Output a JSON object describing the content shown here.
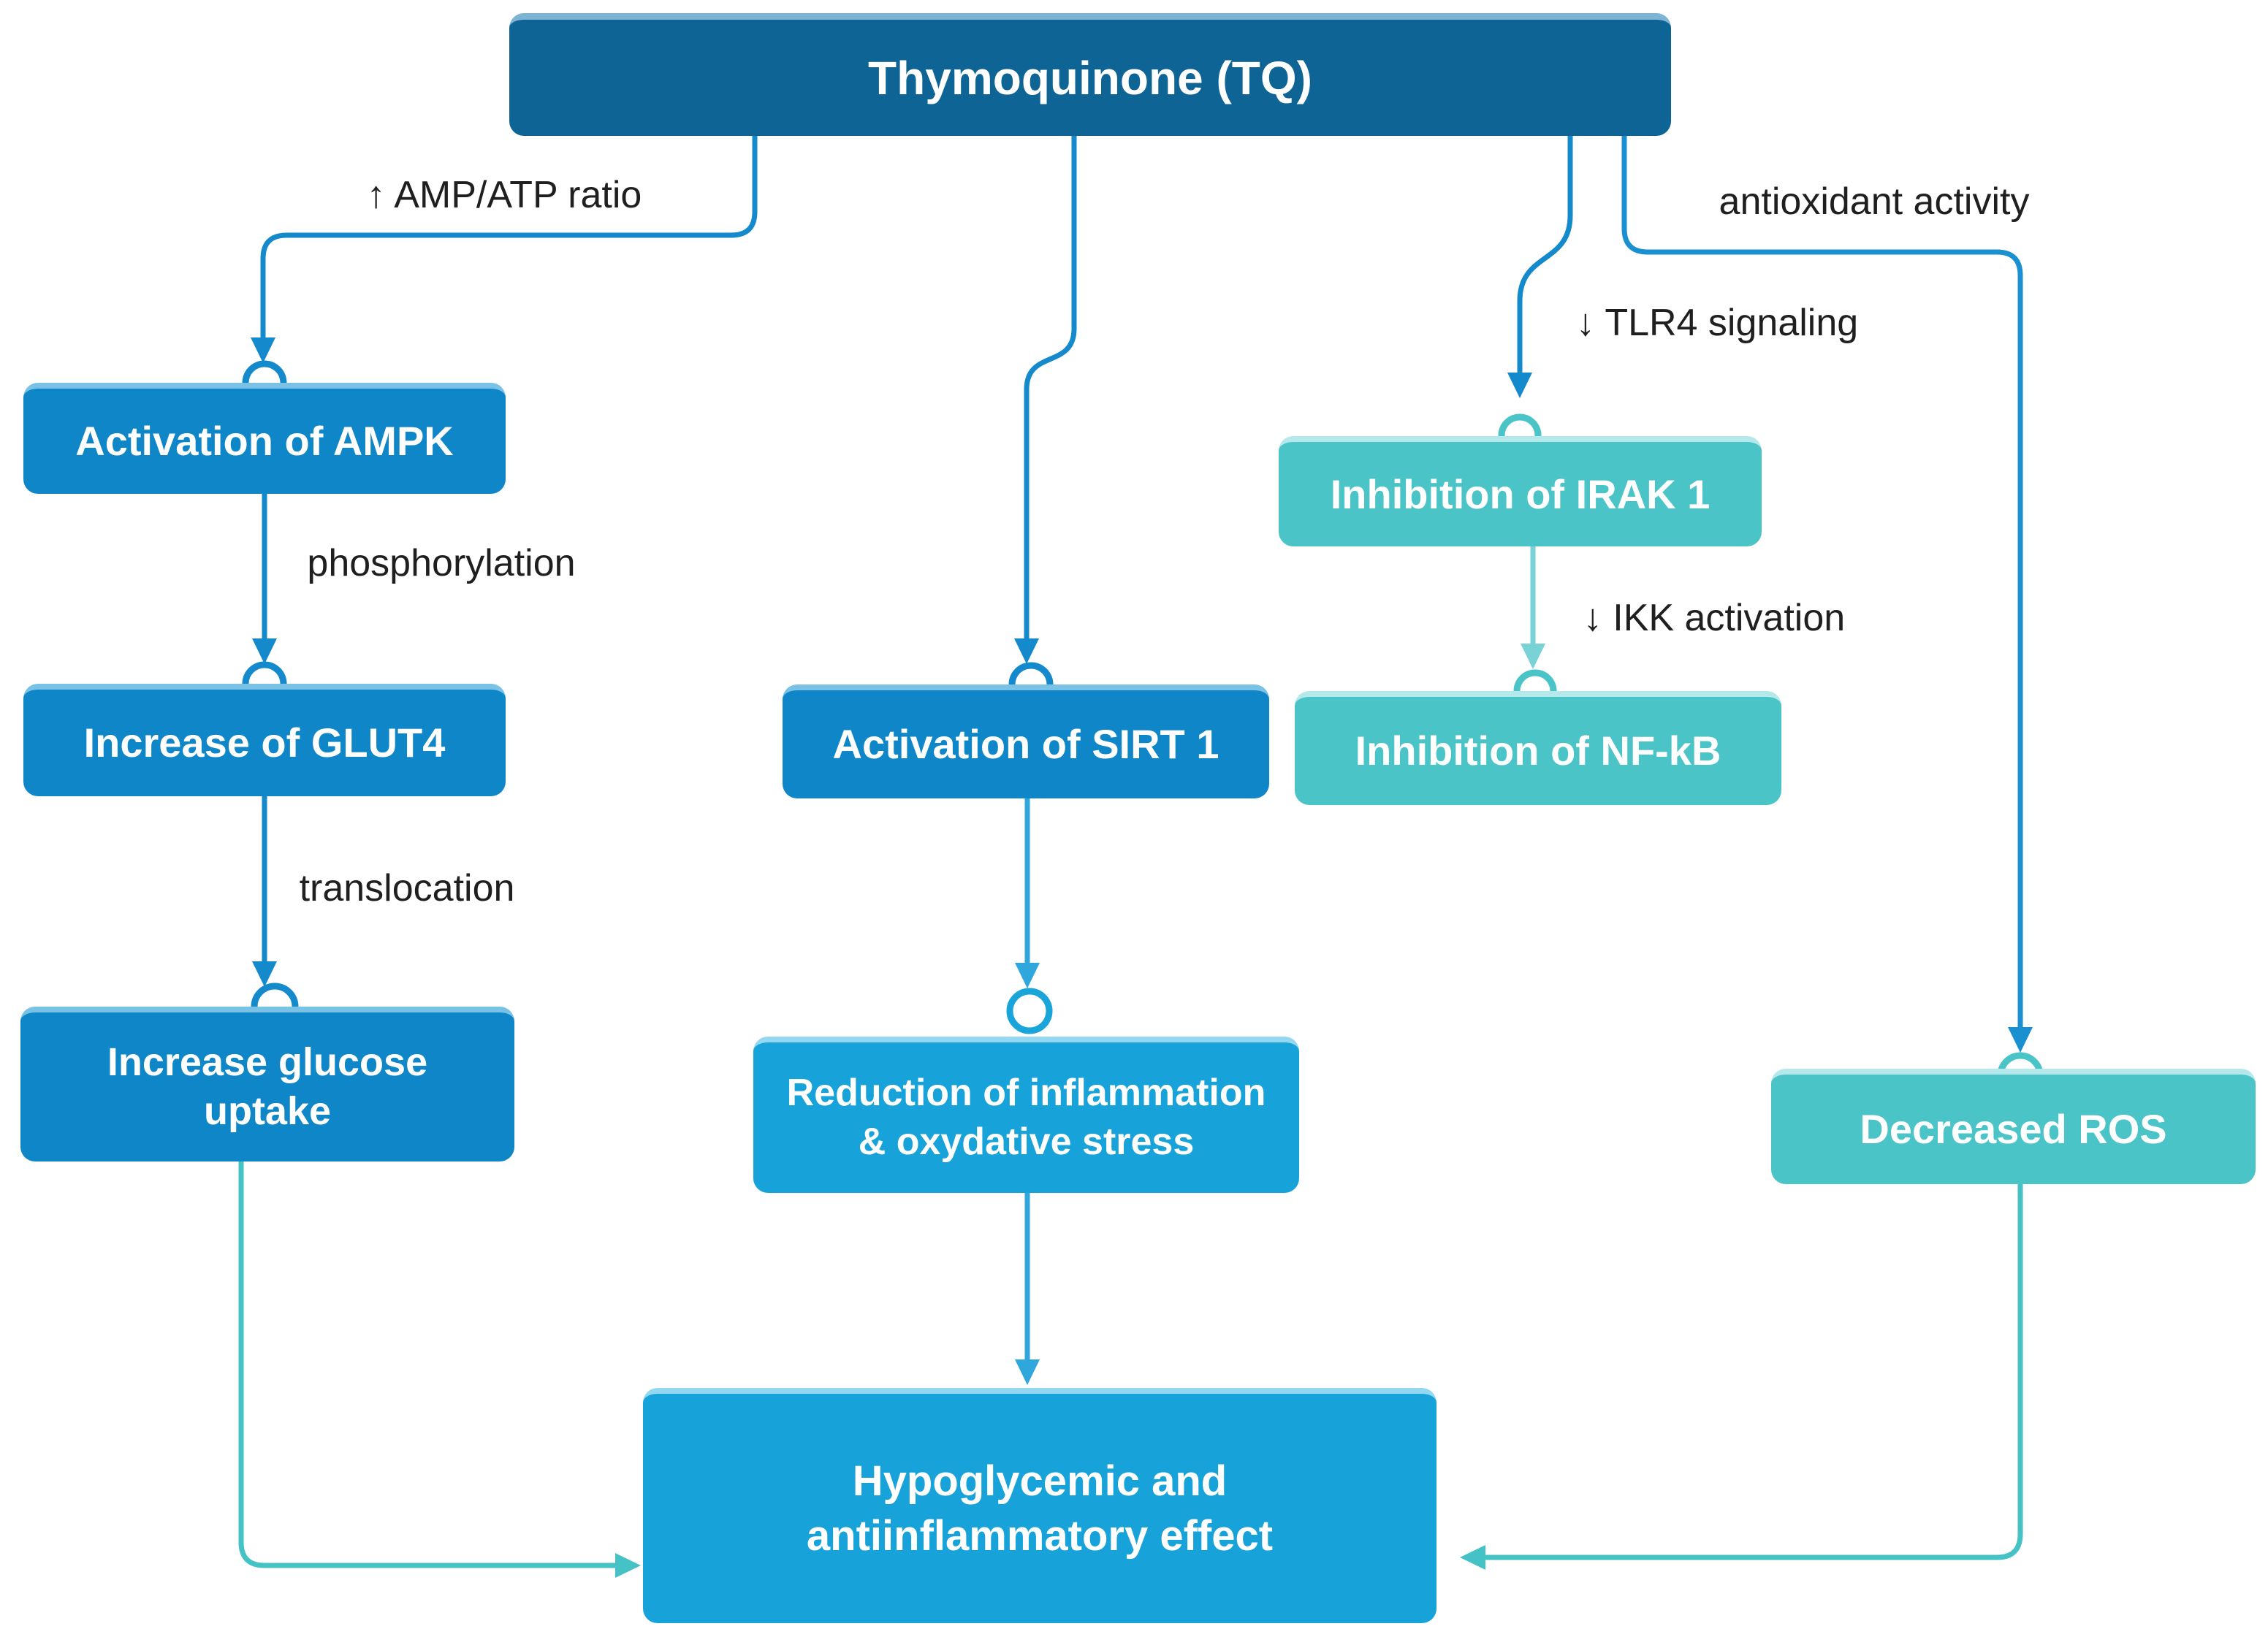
{
  "diagram": {
    "nodes": {
      "thymoquinone": {
        "label": "Thymoquinone (TQ)"
      },
      "ampk": {
        "label": "Activation of AMPK"
      },
      "glut4": {
        "label": "Increase of GLUT4"
      },
      "glucose_uptake": {
        "label": "Increase glucose uptake"
      },
      "sirt1": {
        "label": "Activation of SIRT 1"
      },
      "reduction": {
        "label": "Reduction of inflammation & oxydative stress"
      },
      "irak1": {
        "label": "Inhibition of IRAK 1"
      },
      "nfkb": {
        "label": "Inhibition of NF-kB"
      },
      "ros": {
        "label": "Decreased ROS"
      },
      "effect": {
        "label": "Hypoglycemic and antiinflammatory effect"
      }
    },
    "edge_labels": {
      "amp_atp": "↑ AMP/ATP ratio",
      "phosphorylation": "phosphorylation",
      "translocation": "translocation",
      "tlr4": "↓ TLR4 signaling",
      "ikk": "↓ IKK activation",
      "antioxidant": "antioxidant activity"
    },
    "colors": {
      "box_dark_blue": "#0f6496",
      "box_blue": "#0e86c7",
      "box_light_blue": "#17a3d9",
      "box_teal": "#4bc4c8",
      "line_blue": "#1489cb",
      "line_light_blue": "#2fa7dc",
      "line_teal": "#45c2c6",
      "line_light_teal": "#79d2d6",
      "label_text": "#1f1f1f"
    }
  }
}
